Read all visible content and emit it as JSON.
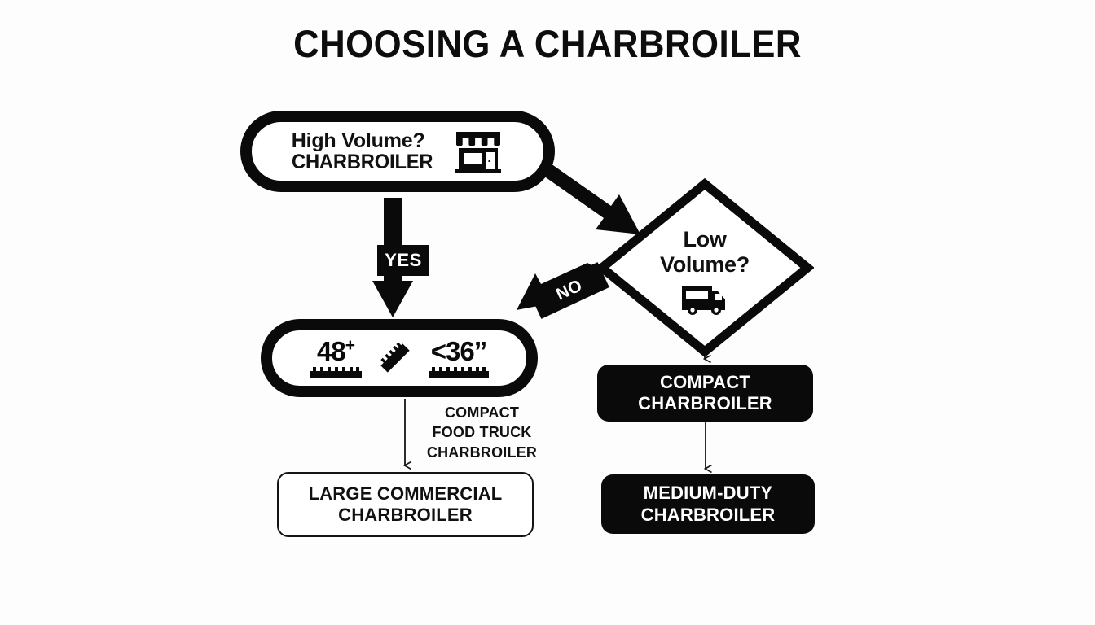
{
  "diagram": {
    "title": "CHOOSING A CHARBROILER",
    "type": "flowchart",
    "background_color": "#fdfdfd",
    "ink_color": "#0a0a0a"
  },
  "nodes": {
    "high_volume": {
      "shape": "stadium",
      "line1": "High Volume?",
      "line2": "CHARBROILER",
      "icon": "storefront-icon"
    },
    "low_volume": {
      "shape": "diamond",
      "line1": "Low",
      "line2": "Volume?",
      "icon": "food-truck-icon"
    },
    "size_choice": {
      "shape": "stadium",
      "option_left": "48",
      "option_left_sup": "+",
      "option_right": "<36”",
      "icon": "ruler-icon",
      "left_icon": "ruler-bar-icon",
      "right_icon": "ruler-bar-icon"
    },
    "large_commercial": {
      "shape": "rounded-rect-outline",
      "line1": "LARGE COMMERCIAL",
      "line2": "CHARBROILER"
    },
    "compact": {
      "shape": "rounded-rect-filled",
      "line1": "COMPACT",
      "line2": "CHARBROILER"
    },
    "medium_duty": {
      "shape": "rounded-rect-filled",
      "line1": "MEDIUM-DUTY",
      "line2": "CHARBROILER"
    }
  },
  "labels": {
    "yes": "YES",
    "no": "NO",
    "compact_food_truck": {
      "line1": "COMPACT",
      "line2": "FOOD TRUCK",
      "line3": "CHARBROILER"
    }
  },
  "edges": [
    {
      "from": "high_volume",
      "to": "size_choice",
      "label": "YES",
      "style": "thick-arrow-down"
    },
    {
      "from": "high_volume",
      "to": "low_volume",
      "label": "",
      "style": "thick-arrow-diagonal"
    },
    {
      "from": "low_volume",
      "to": "size_choice",
      "label": "NO",
      "style": "thick-arrow-diagonal-left"
    },
    {
      "from": "size_choice",
      "to": "large_commercial",
      "label": "",
      "style": "thin-arrow-down"
    },
    {
      "from": "low_volume",
      "to": "compact",
      "label": "",
      "style": "thin-arrow-down"
    },
    {
      "from": "compact",
      "to": "medium_duty",
      "label": "",
      "style": "thin-arrow-down"
    }
  ]
}
